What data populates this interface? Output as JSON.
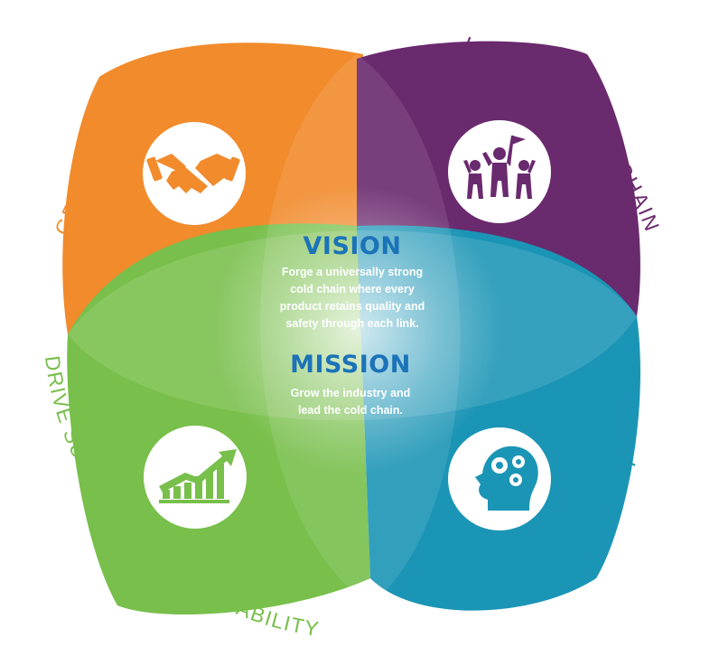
{
  "labels": {
    "grow": "GROW THE INDUSTRY",
    "lead": "LEAD THE COLD CHAIN",
    "drive": "DRIVE SUPPLY CHAIN PROFITABILITY",
    "develop": "DEVELOP TALENT"
  },
  "vision": {
    "title": "VISION",
    "lines": [
      "Forge a universally strong",
      "cold chain where every",
      "product retains quality and",
      "safety through each link."
    ]
  },
  "mission": {
    "title": "MISSION",
    "lines": [
      "Grow the industry and",
      "lead the cold chain."
    ]
  },
  "colors": {
    "orange": "#f18b2c",
    "purple": "#6a2a6e",
    "green": "#78bf4b",
    "teal": "#1b95b5",
    "blue_title": "#1b73b8"
  },
  "icons": [
    "handshake-icon",
    "team-flag-icon",
    "growth-chart-icon",
    "head-gears-icon"
  ]
}
